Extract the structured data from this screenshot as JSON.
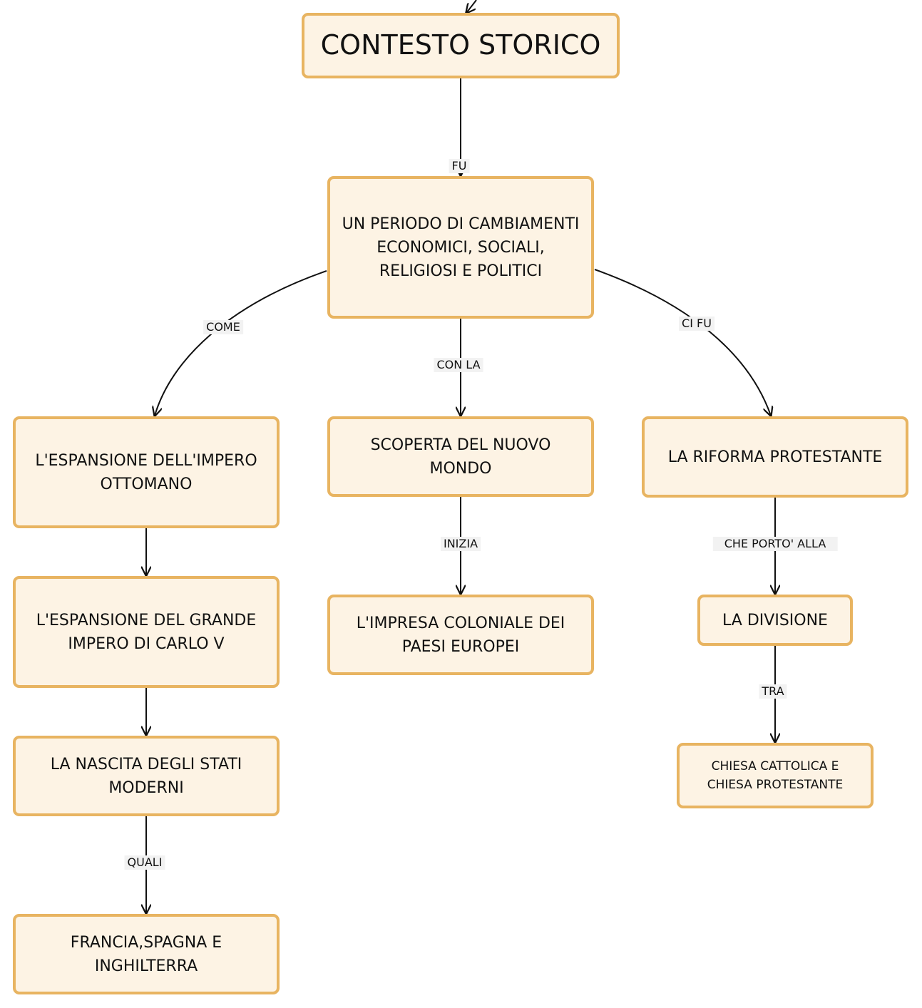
{
  "nodes": {
    "contesto": "CONTESTO STORICO",
    "periodo": "UN PERIODO DI CAMBIAMENTI ECONOMICI, SOCIALI, RELIGIOSI E POLITICI",
    "ottomano": "L'ESPANSIONE DELL'IMPERO OTTOMANO",
    "nuovo_mondo": "SCOPERTA DEL NUOVO MONDO",
    "riforma": "LA RIFORMA PROTESTANTE",
    "carlo_v": "L'ESPANSIONE DEL GRANDE IMPERO DI CARLO V",
    "impresa": "L'IMPRESA COLONIALE DEI PAESI EUROPEI",
    "divisione": "LA DIVISIONE",
    "stati": "LA NASCITA DEGLI STATI MODERNI",
    "chiese": "CHIESA CATTOLICA E CHIESA PROTESTANTE",
    "paesi": "FRANCIA,SPAGNA E INGHILTERRA"
  },
  "edge_labels": {
    "fu": "FU",
    "come": "COME",
    "con_la": "CON LA",
    "ci_fu": "CI FU",
    "inizia": "INIZIA",
    "che_porto": "CHE PORTO' ALLA",
    "tra": "TRA",
    "quali": "QUALI"
  },
  "edges": [
    {
      "from": "contesto",
      "to": "periodo",
      "label": "fu"
    },
    {
      "from": "periodo",
      "to": "ottomano",
      "label": "come"
    },
    {
      "from": "periodo",
      "to": "nuovo_mondo",
      "label": "con_la"
    },
    {
      "from": "periodo",
      "to": "riforma",
      "label": "ci_fu"
    },
    {
      "from": "ottomano",
      "to": "carlo_v"
    },
    {
      "from": "carlo_v",
      "to": "stati"
    },
    {
      "from": "stati",
      "to": "paesi",
      "label": "quali"
    },
    {
      "from": "nuovo_mondo",
      "to": "impresa",
      "label": "inizia"
    },
    {
      "from": "riforma",
      "to": "divisione",
      "label": "che_porto"
    },
    {
      "from": "divisione",
      "to": "chiese",
      "label": "tra"
    }
  ],
  "colors": {
    "node_fill": "#fdf3e4",
    "node_border": "#e8b461",
    "edge": "#111111",
    "label_bg": "#f2f2f2"
  }
}
